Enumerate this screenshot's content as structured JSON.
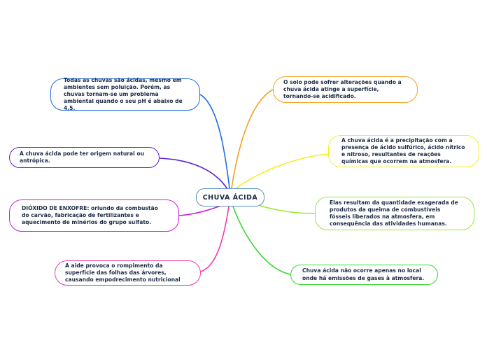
{
  "center": {
    "label": "CHUVA ÁCIDA"
  },
  "nodes": [
    {
      "id": "todas",
      "text": "Todas as chuvas são ácidas, mesmo em ambientes sem poluição. Porém, as chuvas tornam-se um problema ambiental quando o seu pH é abaixo de 4,5.",
      "color": "#1f6fe0"
    },
    {
      "id": "origem",
      "text": "A chuva ácida pode ter origem natural ou antrópica.",
      "color": "#5a1fd0"
    },
    {
      "id": "dioxido",
      "text": "DIÓXIDO DE ENXOFRE: oriundo da combustão do carvão, fabricação de fertilizantes e aquecimento de minérios do grupo sulfato.",
      "color": "#c81fd8"
    },
    {
      "id": "aide",
      "text": "A aide provoca o rompimento da superfície das folhas das árvores, causando empodrecimento nutricional",
      "color": "#f03aa8"
    },
    {
      "id": "solo",
      "text": "O solo pode sofrer alterações quando a chuva ácida atinge a superfície, tornando-se acidificado.",
      "color": "#f4a020"
    },
    {
      "id": "precipitacao",
      "text": "A chuva ácida é a precipitação com a presença de ácido sulfúrico, ácido nítrico e nitroso, resultantes de reações químicas que ocorrem na atmosfera.",
      "color": "#f2f020"
    },
    {
      "id": "resultam",
      "text": "Elas resultam da quantidade exagerada de produtos da queima de combustíveis fósseis liberados na atmosfera, em consequência das atividades humanas.",
      "color": "#9ae830"
    },
    {
      "id": "local",
      "text": "Chuva ácida não ocorre apenas no local onde há emissões de gases à atmosfera.",
      "color": "#38d830"
    }
  ]
}
